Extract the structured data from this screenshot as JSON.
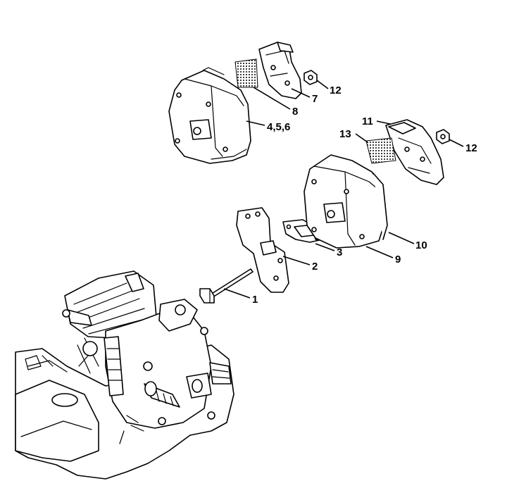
{
  "callouts": [
    {
      "id": "c1",
      "text": "1"
    },
    {
      "id": "c2",
      "text": "2"
    },
    {
      "id": "c3",
      "text": "3"
    },
    {
      "id": "c456",
      "text": "4,5,6"
    },
    {
      "id": "c7",
      "text": "7"
    },
    {
      "id": "c8",
      "text": "8"
    },
    {
      "id": "c9",
      "text": "9"
    },
    {
      "id": "c10",
      "text": "10"
    },
    {
      "id": "c11",
      "text": "11"
    },
    {
      "id": "c12a",
      "text": "12"
    },
    {
      "id": "c12b",
      "text": "12"
    },
    {
      "id": "c13",
      "text": "13"
    }
  ],
  "colors": {
    "line": "#000000",
    "background": "#ffffff"
  }
}
